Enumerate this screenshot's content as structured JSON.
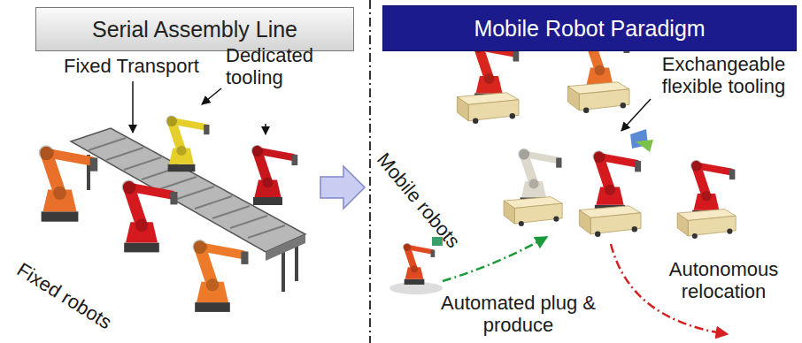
{
  "diagram": {
    "nodes": [
      {
        "text": [
          "Serial Assembly Line"
        ]
      },
      {
        "text": [
          "Mobile Robot Paradigm"
        ]
      }
    ],
    "labels": [
      "Fixed Transport",
      "Dedicated tooling",
      "Fixed robots",
      "Mobile robots",
      "Exchangeable flexible tooling",
      "Automated plug & produce",
      "Autonomous relocation"
    ]
  }
}
